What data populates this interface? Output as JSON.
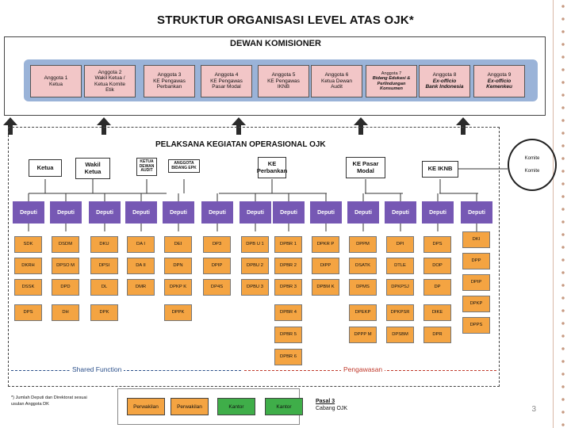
{
  "title": "STRUKTUR ORGANISASI LEVEL ATAS OJK*",
  "page_number": "3",
  "dewan": {
    "title": "DEWAN KOMISIONER",
    "members": [
      {
        "lines": [
          "Anggota 1",
          "Ketua"
        ]
      },
      {
        "lines": [
          "Anggota 2",
          "Wakil Ketua /",
          "Ketua Komite",
          "Etik"
        ]
      },
      {
        "lines": [
          "Anggota 3",
          "KE Pengawas",
          "Perbankan"
        ]
      },
      {
        "lines": [
          "Anggota 4",
          "KE Pengawas",
          "Pasar Modal"
        ]
      },
      {
        "lines": [
          "Anggota 5",
          "KE Pengawas",
          "IKNB"
        ]
      },
      {
        "lines": [
          "Anggota 6",
          "Ketua Dewan",
          "Audit"
        ]
      },
      {
        "lines": [
          "Anggota 7",
          "Bidang Edukasi &",
          "Perlindungan",
          "Konsumen"
        ]
      },
      {
        "lines": [
          "Anggota 8",
          "Ex-officio",
          "Bank Indonesia"
        ]
      },
      {
        "lines": [
          "Anggota 9",
          "Ex-officio",
          "Kemenkeu"
        ]
      }
    ]
  },
  "komite": [
    "Komite",
    "Komite"
  ],
  "pelaksana": {
    "title": "PELAKSANA KEGIATAN OPERASIONAL OJK",
    "managers": [
      {
        "lines": [
          "Ketua"
        ]
      },
      {
        "lines": [
          "Wakil",
          "Ketua"
        ]
      },
      {
        "lines": [
          "KETUA",
          "DEWAN",
          "AUDIT"
        ]
      },
      {
        "lines": [
          "ANGGOTA",
          "BIDANG EPK"
        ]
      },
      {
        "lines": [
          "KE",
          "Perbankan"
        ]
      },
      {
        "lines": [
          "KE Pasar",
          "Modal"
        ]
      },
      {
        "lines": [
          "KE IKNB"
        ]
      }
    ],
    "deputi_label": "Deputi",
    "columns": [
      [
        "SDK",
        "DKRH",
        "DSSK",
        "DPS"
      ],
      [
        "DSDM",
        "DPSO M",
        "DPD",
        "DH"
      ],
      [
        "DKU",
        "DPSI",
        "DL",
        "DPK"
      ],
      [
        "DA I",
        "DA II",
        "DMR"
      ],
      [
        "DEI",
        "DPN",
        "DPKP K",
        "DPPK"
      ],
      [
        "DP3",
        "DPIP",
        "DP4S"
      ],
      [
        "DPB U 1",
        "DPBU 2",
        "DPBU 3"
      ],
      [
        "DPBR 1",
        "DPBR 2",
        "DPBR 3",
        "DPBR 4",
        "DPBR 5",
        "DPBR 6"
      ],
      [
        "DPKR P",
        "DIPP",
        "DPBM K"
      ],
      [
        "DPPM",
        "DSATK",
        "DPMS",
        "DPEKP",
        "DPPP M"
      ],
      [
        "DPI",
        "DTLE",
        "DPKPSJ",
        "DPKPSR",
        "DPSBM"
      ],
      [
        "DPS",
        "DOP",
        "DP",
        "DIKE",
        "DPR"
      ],
      [
        "DKI",
        "DPP",
        "DPIP",
        "DPKP",
        "DPPS"
      ]
    ]
  },
  "shared_function": "Shared Function",
  "pengawasan": "Pengawasan",
  "footnote": [
    "*) Jumlah Deputi dan Direktorat sesuai",
    "usulan Anggota DK"
  ],
  "legend": {
    "items": [
      {
        "label": "Perwakilan",
        "color": "#f4a442"
      },
      {
        "label": "Perwakilan",
        "color": "#f4a442"
      },
      {
        "label": "Kantor",
        "color": "#3fae49"
      },
      {
        "label": "Kantor",
        "color": "#3fae49"
      }
    ],
    "pasal_title": "Pasal 3",
    "pasal_text": "Cabang OJK"
  },
  "colors": {
    "deputi": "#7658b4",
    "direktorat": "#f4a442",
    "anggota": "#f2c6c7",
    "band": "#9ab3d8",
    "shared_function": "#2a4f8a",
    "pengawasan": "#c0392b"
  }
}
